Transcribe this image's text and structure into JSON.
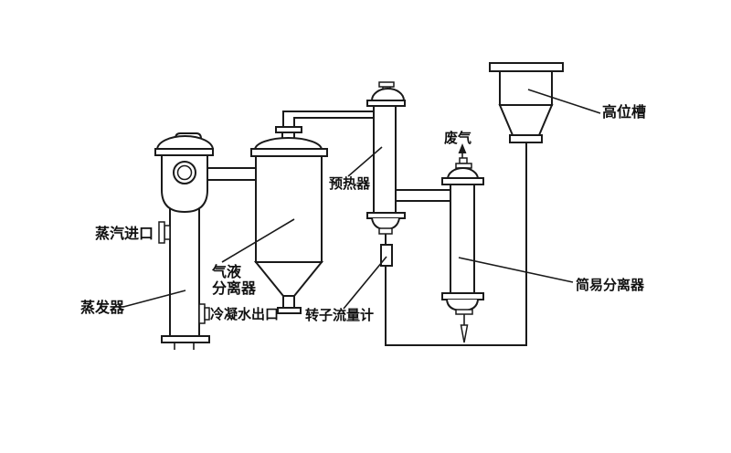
{
  "diagram": {
    "type": "process-flow-diagram",
    "background_color": "#ffffff",
    "line_color": "#1a1a1a",
    "text_color": "#111111",
    "labels": {
      "steam_inlet": "蒸汽进口",
      "evaporator": "蒸发器",
      "gas_liquid_separator_line1": "气液",
      "gas_liquid_separator_line2": "分离器",
      "condensate_outlet": "冷凝水出口",
      "preheater": "预热器",
      "rotameter": "转子流量计",
      "waste_gas": "废气",
      "simple_separator": "简易分离器",
      "head_tank": "高位槽"
    }
  }
}
